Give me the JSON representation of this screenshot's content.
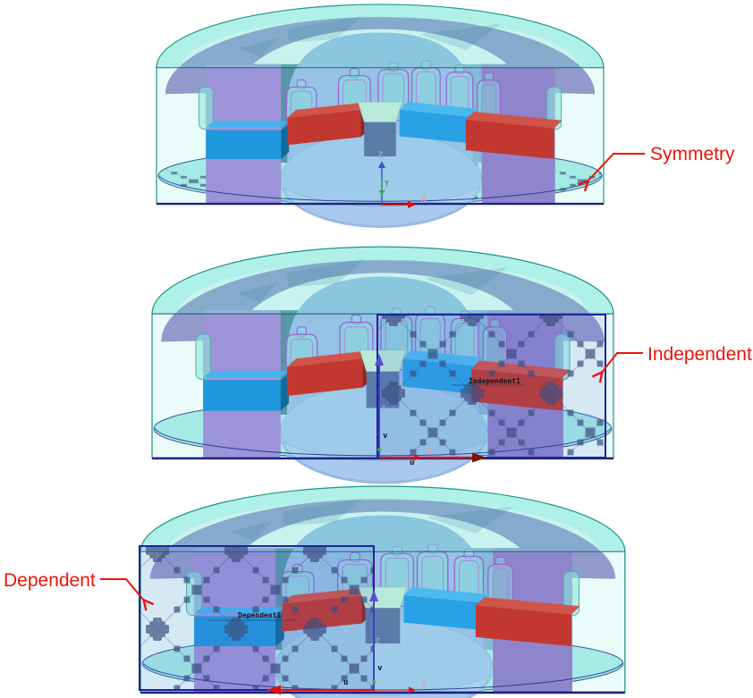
{
  "figure": {
    "type": "boundary-conditions-figure",
    "background": "#ffffff",
    "views": [
      {
        "name": "symmetry-view",
        "description": "half motor model with symmetry plane selected on bottom face"
      },
      {
        "name": "independent-view",
        "description": "half motor model with independent boundary face selected on right cut plane"
      },
      {
        "name": "dependent-view",
        "description": "half motor model with dependent boundary face selected on left cut plane"
      }
    ],
    "annotations": [
      {
        "id": "symmetry",
        "label": "Symmetry"
      },
      {
        "id": "independent",
        "label": "Independent"
      },
      {
        "id": "dependent",
        "label": "Dependent"
      }
    ],
    "boundary_tags": [
      {
        "label": "Independent1"
      },
      {
        "label": "Dependent1"
      }
    ],
    "axis_labels": {
      "x": "X",
      "y": "Y",
      "z": "Z",
      "u": "u",
      "v": "v"
    },
    "colors": {
      "annotation_red": "#ea1508",
      "axis_red": "#e01010",
      "axis_red_dark": "#7a1508",
      "axis_blue": "#3b55cc",
      "axis_v_blue": "#4141c6",
      "axis_green": "#3faa50",
      "shell_teal": "#7fe1d6",
      "shell_edge": "#1e9488",
      "stator_purple": "#9d93d8",
      "stator_purple_right": "#8f85cc",
      "stator_purple_dark": "#8278be",
      "rotor_periwinkle": "#93b5e4",
      "rotor_band": "#a9c8ee",
      "bore_disc": "#9dc1e9",
      "magnet_red": "#c23830",
      "magnet_red_top": "#d0544a",
      "magnet_blue": "#1f97dd",
      "magnet_blue2": "#28a2e5",
      "coil_edge_purple": "#9a5fd6",
      "floor_teal": "#a7e9e4",
      "pattern_navy": "#3b4f80",
      "selection_navy": "#22229a",
      "bottom_edge_navy": "#1a237e",
      "tag_black": "#101418"
    }
  }
}
